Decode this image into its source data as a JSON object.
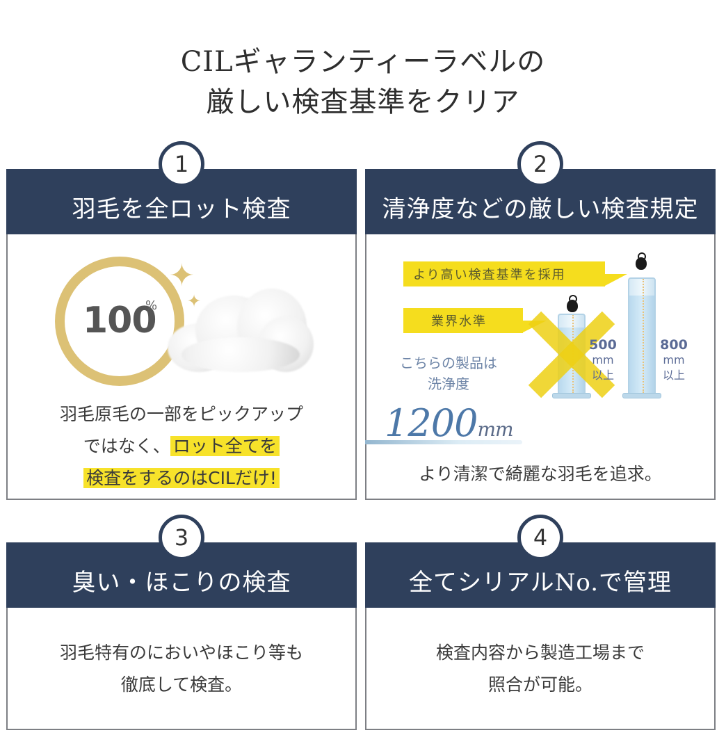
{
  "page": {
    "title_line1": "CILギャランティーラベルの",
    "title_line2": "厳しい検査基準をクリア"
  },
  "colors": {
    "header_navy": "#2f405c",
    "highlight_yellow": "#f7e22a",
    "ring_gold": "#dcc175",
    "number_blue": "#4d78a8"
  },
  "cards": [
    {
      "number": "1",
      "title": "羽毛を全ロット検査",
      "graphic": {
        "percent_value": "100",
        "percent_sign": "%",
        "icon": "down-feather-cluster"
      },
      "text": {
        "line1": "羽毛原毛の一部をピックアップ",
        "line2_plain": "ではなく、",
        "line2_highlight": "ロット全てを",
        "line3_highlight": "検査をするのはCILだけ!"
      }
    },
    {
      "number": "2",
      "title": "清浄度などの厳しい検査規定",
      "graphic": {
        "tag_high": "より高い検査基準を採用",
        "tag_standard": "業界水準",
        "cylinder_standard": {
          "value": "500",
          "unit": "mm",
          "suffix": "以上",
          "crossed_out": true
        },
        "cylinder_high": {
          "value": "800",
          "unit": "mm",
          "suffix": "以上"
        },
        "product_line1": "こちらの製品は",
        "product_line2": "洗浄度",
        "product_value": "1200",
        "product_unit": "mm"
      },
      "text": {
        "line1": "より清潔で綺麗な羽毛を追求。"
      }
    },
    {
      "number": "3",
      "title": "臭い・ほこりの検査",
      "text": {
        "line1": "羽毛特有のにおいやほこり等も",
        "line2": "徹底して検査。"
      }
    },
    {
      "number": "4",
      "title": "全てシリアルNo.で管理",
      "text": {
        "line1": "検査内容から製造工場まで",
        "line2": "照合が可能。"
      }
    }
  ]
}
